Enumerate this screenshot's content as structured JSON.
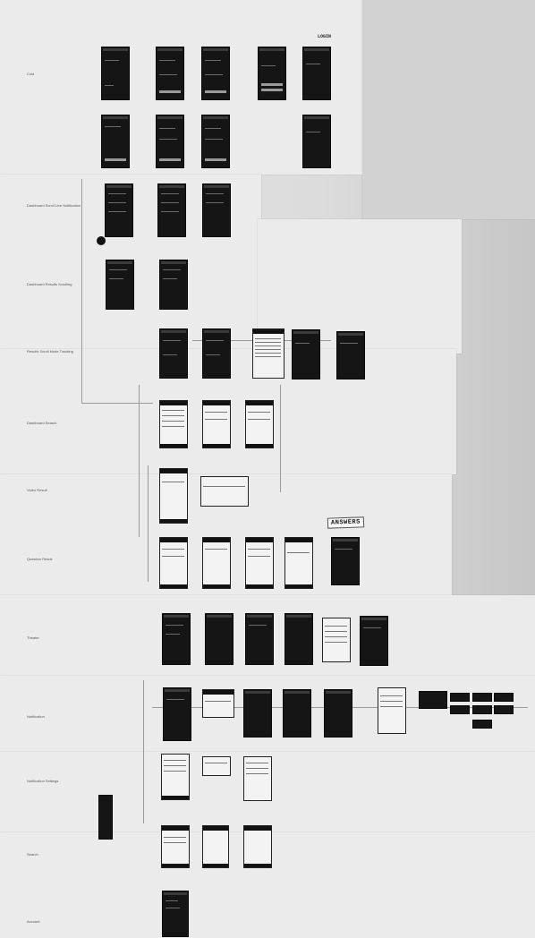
{
  "photo": {
    "rows": [
      {
        "id": "row-1",
        "label": "Cold"
      },
      {
        "id": "row-2",
        "label": "Dashboard Scroll Live Notification"
      },
      {
        "id": "row-3",
        "label": "Dashboard Results Scrolling"
      },
      {
        "id": "row-4",
        "label": "Results Scroll Mode Tracking"
      },
      {
        "id": "row-5",
        "label": "Dashboard Search"
      },
      {
        "id": "row-6",
        "label": "Video Result"
      },
      {
        "id": "row-7",
        "label": "Question Result"
      },
      {
        "id": "row-8",
        "label": "Theater"
      },
      {
        "id": "row-9",
        "label": "Notification"
      },
      {
        "id": "row-10",
        "label": "Notification Settings"
      },
      {
        "id": "row-11",
        "label": "Search"
      },
      {
        "id": "row-12",
        "label": "Account"
      }
    ],
    "sticker_text": "ANSWERS",
    "corner_note": "LOGIN"
  }
}
